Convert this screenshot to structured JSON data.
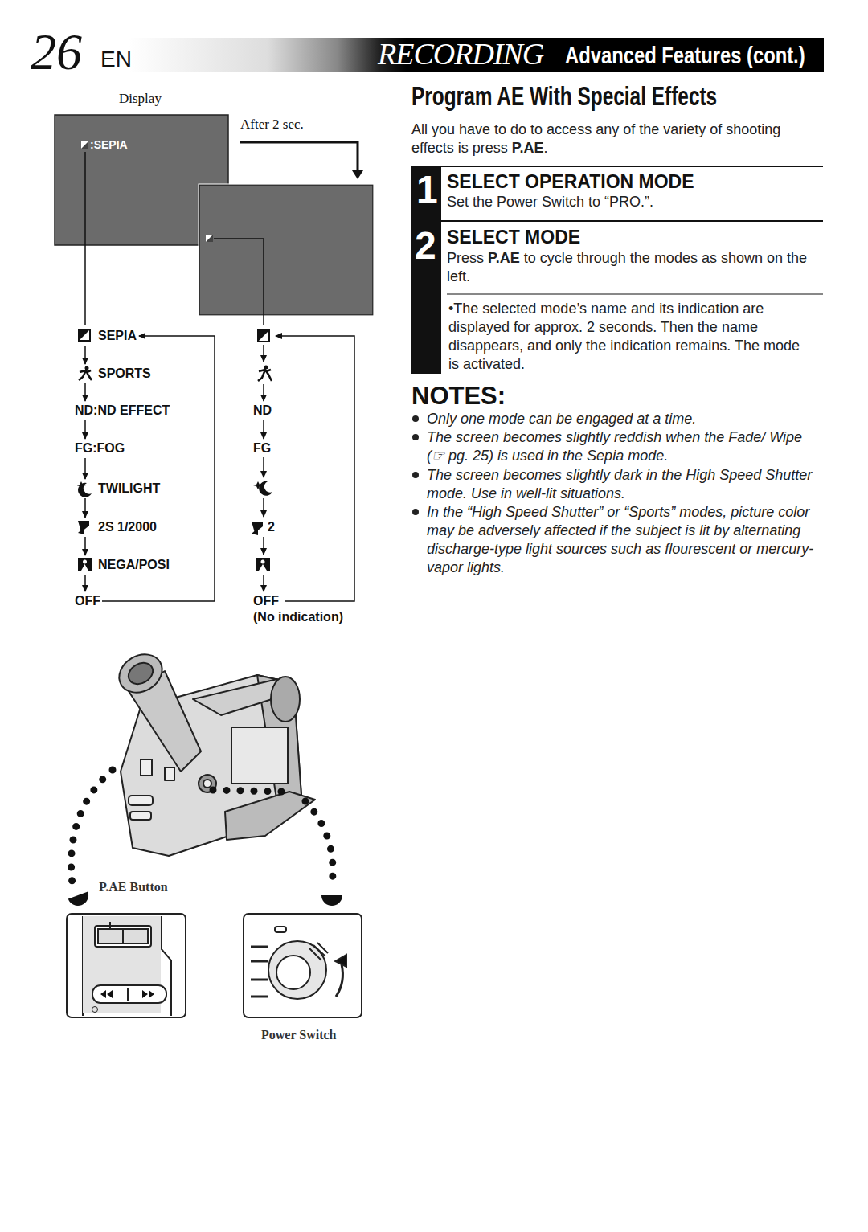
{
  "diagram": {
    "title": "Program AE With Special Effects",
    "nodes": [
      {
        "text": [
          "SEPIA"
        ]
      },
      {
        "text": [
          "SPORTS"
        ]
      },
      {
        "text": [
          "ND:ND EFFECT"
        ]
      },
      {
        "text": [
          "FG:FOG"
        ]
      },
      {
        "text": [
          "TWILIGHT"
        ]
      },
      {
        "text": [
          "2S 1/2000"
        ]
      },
      {
        "text": [
          "NEGA/POSI"
        ]
      },
      {
        "text": [
          "OFF"
        ]
      }
    ],
    "edges": [
      {
        "from": 0,
        "to": 1,
        "arrow": "to"
      },
      {
        "from": 1,
        "to": 2,
        "arrow": "to"
      },
      {
        "from": 2,
        "to": 3,
        "arrow": "to"
      },
      {
        "from": 3,
        "to": 4,
        "arrow": "to"
      },
      {
        "from": 4,
        "to": 5,
        "arrow": "to"
      },
      {
        "from": 5,
        "to": 6,
        "arrow": "to"
      },
      {
        "from": 6,
        "to": 7,
        "arrow": "to"
      },
      {
        "from": 7,
        "to": 0,
        "arrow": "to"
      }
    ],
    "labels": [
      "26",
      "EN",
      "RECORDING",
      "Advanced Features (cont.)",
      "Display",
      ":SEPIA",
      "After 2 sec.",
      "ND",
      "FG",
      "2",
      "OFF",
      "(No indication)",
      "P.AE Button",
      "Power Switch",
      "All you have to do to access any of the variety of shooting effects is press",
      "P.AE",
      ".",
      "1",
      "SELECT OPERATION MODE",
      "Set the Power Switch to “PRO.”.",
      "2",
      "SELECT MODE",
      "Press",
      "P.AE",
      "to cycle through the modes as shown on the left.",
      "•The selected mode’s name and its indication are displayed for approx. 2 seconds. Then the name disappears, and only the indication remains. The mode is activated.",
      "NOTES:",
      "Only one mode can be engaged at a time.",
      "The screen becomes slightly reddish when the Fade/ Wipe (☞ pg. 25) is used in the Sepia mode.",
      "The screen becomes slightly dark in the High Speed Shutter mode. Use in well-lit situations.",
      "In the “High Speed Shutter” or “Sports” modes, picture color may be adversely affected if the subject is lit by alternating discharge-type light sources such as flourescent or mercury-vapor lights."
    ]
  }
}
